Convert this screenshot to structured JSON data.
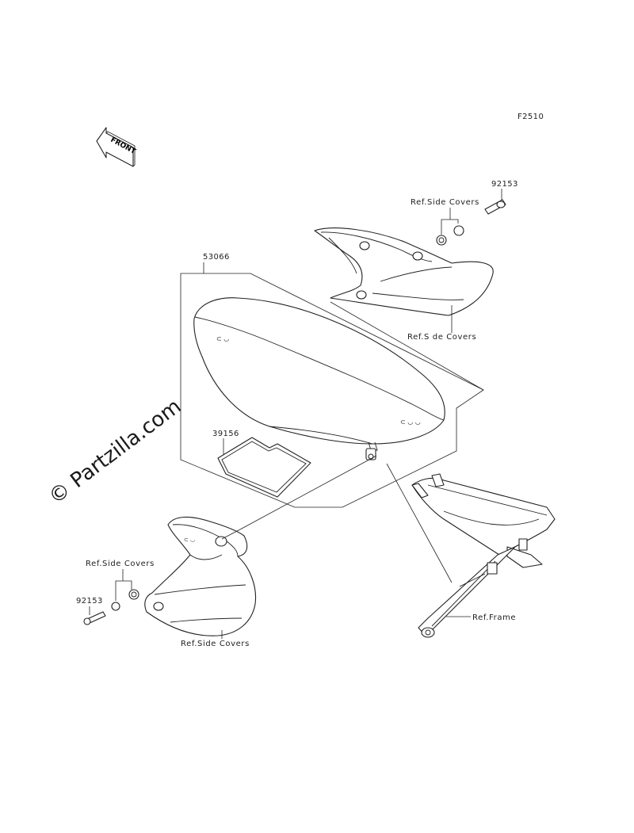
{
  "figure_code": "F2510",
  "front_arrow_text": "FRONT",
  "watermark": "© Partzilla.com",
  "parts": {
    "screw_top": {
      "number": "92153"
    },
    "seat": {
      "number": "53066"
    },
    "seat_pad": {
      "number": "39156"
    },
    "screw_bottom": {
      "number": "92153"
    }
  },
  "references": {
    "side_covers_top_upper": "Ref.Side Covers",
    "side_covers_top_lower": "Ref.S de Covers",
    "side_covers_bottom_upper": "Ref.Side Covers",
    "side_covers_bottom_lower": "Ref.Side Covers",
    "frame": "Ref.Frame"
  },
  "colors": {
    "line": "#222222",
    "background": "#ffffff"
  }
}
